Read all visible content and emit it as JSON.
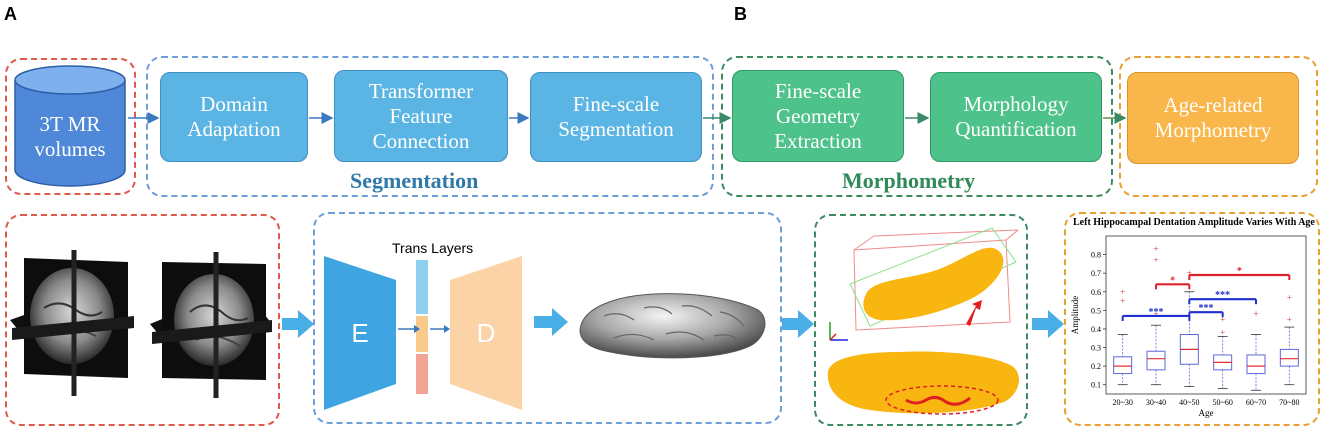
{
  "panels": {
    "a": "A",
    "b": "B"
  },
  "top": {
    "cylinder": {
      "line1": "3T MR",
      "line2": "volumes"
    },
    "boxes": {
      "domain_adaptation": [
        "Domain",
        "Adaptation"
      ],
      "transformer_feature": [
        "Transformer",
        "Feature",
        "Connection"
      ],
      "fine_scale_seg": [
        "Fine-scale",
        "Segmentation"
      ],
      "fine_scale_geom": [
        "Fine-scale",
        "Geometry",
        "Extraction"
      ],
      "morph_quant": [
        "Morphology",
        "Quantification"
      ],
      "age_related": [
        "Age-related",
        "Morphometry"
      ]
    },
    "segmentation_label": "Segmentation",
    "morphometry_label": "Morphometry"
  },
  "bottom": {
    "trans_layers": "Trans Layers",
    "encoder": "E",
    "decoder": "D"
  },
  "chart_data": {
    "type": "boxplot",
    "title": "Left Hippocampal Dentation Amplitude Varies With Age",
    "xlabel": "Age",
    "ylabel": "Amplitude",
    "categories": [
      "20~30",
      "30~40",
      "40~50",
      "50~60",
      "60~70",
      "70~80"
    ],
    "ylim": [
      0.05,
      0.9
    ],
    "yticks": [
      "0.1",
      "0.2",
      "0.3",
      "0.4",
      "0.5",
      "0.6",
      "0.7",
      "0.8"
    ],
    "boxes": [
      {
        "min": 0.1,
        "q1": 0.16,
        "median": 0.2,
        "q3": 0.25,
        "max": 0.37,
        "outliers": [
          0.55,
          0.6
        ]
      },
      {
        "min": 0.1,
        "q1": 0.18,
        "median": 0.24,
        "q3": 0.28,
        "max": 0.42,
        "outliers": [
          0.48,
          0.77,
          0.83
        ]
      },
      {
        "min": 0.09,
        "q1": 0.21,
        "median": 0.29,
        "q3": 0.37,
        "max": 0.6,
        "outliers": [
          0.7
        ]
      },
      {
        "min": 0.08,
        "q1": 0.18,
        "median": 0.22,
        "q3": 0.26,
        "max": 0.36,
        "outliers": [
          0.38,
          0.45
        ]
      },
      {
        "min": 0.07,
        "q1": 0.16,
        "median": 0.2,
        "q3": 0.26,
        "max": 0.37,
        "outliers": [
          0.48
        ]
      },
      {
        "min": 0.1,
        "q1": 0.2,
        "median": 0.24,
        "q3": 0.29,
        "max": 0.41,
        "outliers": [
          0.45,
          0.57
        ]
      }
    ],
    "significance": [
      {
        "from": "20~30",
        "to": "40~50",
        "label": "***",
        "color": "#1f2fd0",
        "level": 0.47
      },
      {
        "from": "30~40",
        "to": "40~50",
        "label": "*",
        "color": "#e0202a",
        "level": 0.64
      },
      {
        "from": "40~50",
        "to": "70~80",
        "label": "*",
        "color": "#e0202a",
        "level": 0.69
      },
      {
        "from": "40~50",
        "to": "50~60",
        "label": "***",
        "color": "#1f2fd0",
        "level": 0.49
      },
      {
        "from": "40~50",
        "to": "60~70",
        "label": "***",
        "color": "#1f2fd0",
        "level": 0.56
      }
    ],
    "colors": {
      "box": "#5a6ad8",
      "median": "#e03030",
      "outlier": "#e03030"
    }
  }
}
